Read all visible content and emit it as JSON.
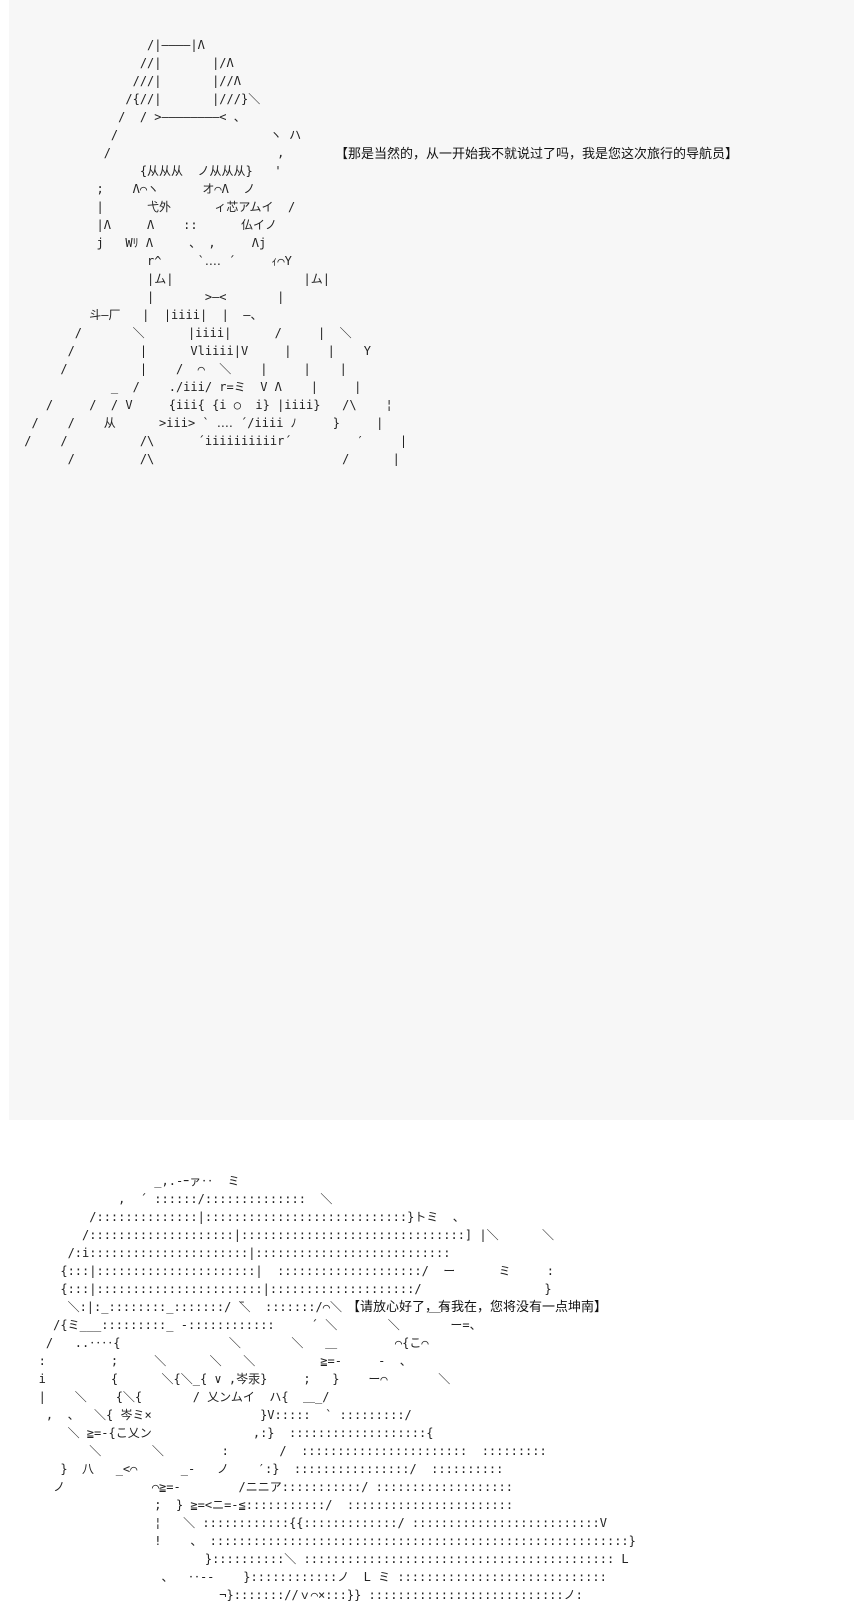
{
  "dialogues": [
    {
      "text": "【那是当然的，从一开始我不就说过了吗，我是您这次旅行的导航员】"
    },
    {
      "text": "【请放心好了，有我在，您将没有一点坤南】"
    }
  ],
  "ascii_art": {
    "top": "                  /|――――|Λ\n                 //|       |/Λ\n                ///|       |//Λ\n               /{//|       |///}＼\n              /  / >――――――――< 、\n             /                     ヽ ハ\n            /                       ,\n                 {从从从  ノ从从从}   '\n           ;    Λ⌒ヽ      オ⌒Λ  ノ\n           |      弋外      ィ芯アムイ  /\n           |Λ     Λ    ::      仏イノ\n           j   Wﾘ Λ     、 ,     Λj\n                  r^     `‥‥ ´     ｨ⌒Y\n                  |ム|                  |ム|\n                  |       >―<       |\n          斗―厂   |  |iiii|  |  ―、\n        /       ＼      |iiii|      /     |  ＼\n       /         |      Vliiii|V     |     |    Y\n      /          |    /  ⌒  ＼    |     |    |\n             _  /    ./iii/ r=ミ  V Λ    |     |\n    /     /  / V     {iii{ {i ○  i} |iiii}   /\\    ¦\n  /    /    从      >iii> ` ‥‥ ´/iiii ﾉ     }     |\n /    /          /\\      ´iiiiiiiiiir´         ′     |\n       /         /\\                          /      |",
    "bottom": "                   _,.-ｰァ‥  ミ\n              ,  ´ ::::::/::::::::::::::  ＼\n          /::::::::::::::|::::::::::::::::::::::::::::}トミ  、\n         /::::::::::::::::::::|:::::::::::::::::::::::::::::::] |＼      ＼\n       /:i::::::::::::::::::::::|:::::::::::::::::::::::::::\n      {:::|::::::::::::::::::::::|  ::::::::::::::::::::/  ー      ミ     :\n      {:::|:::::::::::::::::::::::|::::::::::::::::::::/                 }\n       ＼:|:_::::::::_:::::::/ ̄＼  :::::::/⌒＼            ＿ヽ\n     /{ミ___:::::::::_ ‐::::::::::::     ´ ＼       ＼       ー=、\n    /   ..‥‥{               ＼       ＼   ＿        ⌒{こ⌒\n   :         ;     ＼      ＼   ＼         ≧=-     -  、\n   i         {      ＼{＼_{ ∨ ,岑汞}     ;   }    ー⌒       ＼\n   |    ＼    {＼{       / 乂ンムイ  ハ{  ＿_/\n    ,  、  ＼{ 岑ミ×               }V:::::  ` :::::::::/\n       ＼ ≧=-{こ乂ン              ,:}  :::::::::::::::::::{\n          ＼       ＼        :       /  :::::::::::::::::::::::  :::::::::\n      }  八   _<⌒      _-   ノ    ′:}  ::::::::::::::::/  ::::::::::\n     ノ            ⌒≧=-        /ニニア:::::::::::/ :::::::::::::::::::\n                   ;  } ≧=<ニ=-≦:::::::::::/  :::::::::::::::::::::::\n                   ¦   ＼ ::::::::::::{{:::::::::::::/ ::::::::::::::::::::::::::V\n                   !    、 ::::::::::::::::::::::::::::::::::::::::::::::::::::::::::}\n                          }::::::::::＼ ::::::::::::::::::::::::::::::::::::::::::: L\n                    、  ‥--    }::::::::::::ノ  L ミ :::::::::::::::::::::::::::::\n                            ¬}::::::://ｖ⌒×:::}} :::::::::::::::::::::::::::ノ:"
  }
}
